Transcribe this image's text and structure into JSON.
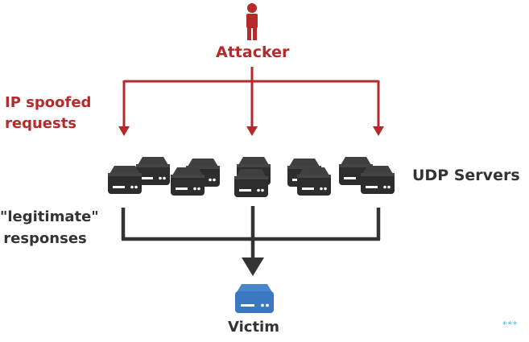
{
  "labels": {
    "attacker": "Attacker",
    "ip_spoofed_line1": "IP spoofed",
    "ip_spoofed_line2": "requests",
    "udp_servers": "UDP Servers",
    "legit_line1": "\"legitimate\"",
    "legit_line2": "responses",
    "victim": "Victim",
    "corner_mark": "***"
  },
  "colors": {
    "attack": "#b52a2a",
    "response": "#333333",
    "server": "#2d2d2d",
    "victim": "#3a78c2"
  },
  "icons": {
    "attacker": "person-icon",
    "servers": "server-icon",
    "victim": "server-icon"
  }
}
